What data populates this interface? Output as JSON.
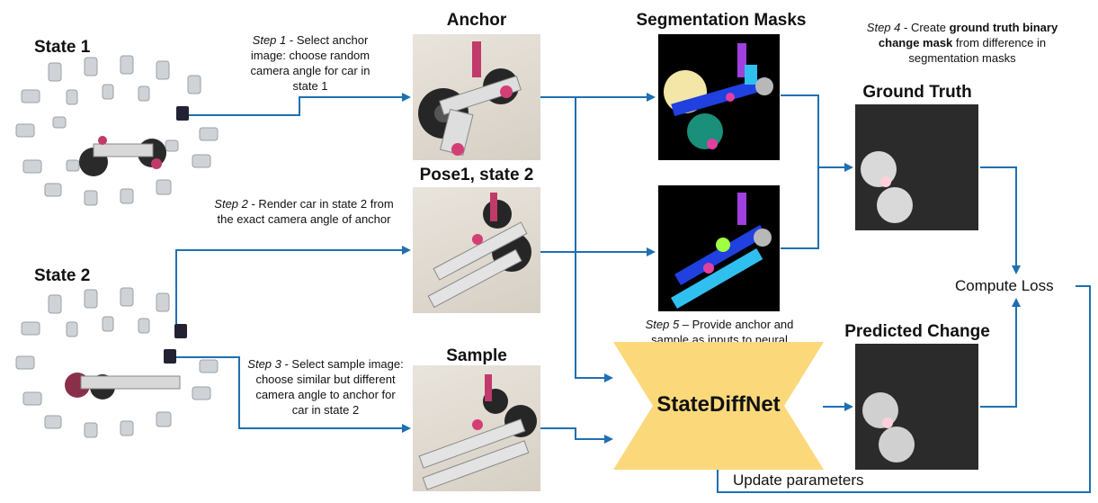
{
  "states": {
    "state1": "State 1",
    "state2": "State 2"
  },
  "titles": {
    "anchor": "Anchor",
    "pose1": "Pose1, state 2",
    "sample": "Sample",
    "segmentation": "Segmentation Masks",
    "ground_truth": "Ground Truth",
    "predicted": "Predicted Change"
  },
  "steps": {
    "step1": {
      "prefix": "Step 1",
      "text": " - Select anchor image: choose random camera angle for car in state 1"
    },
    "step2": {
      "prefix": "Step 2",
      "text": " - Render car in state 2 from the exact camera angle of anchor"
    },
    "step3": {
      "prefix": "Step 3",
      "text": " - Select sample image: choose similar but different camera angle to anchor for car in state 2"
    },
    "step4": {
      "prefix": "Step 4",
      "text_a": " - Create ",
      "bold": "ground truth binary change mask",
      "text_b": " from difference in segmentation masks"
    },
    "step5": {
      "prefix": "Step 5",
      "text": " – Provide anchor and sample as inputs to neural network"
    }
  },
  "network": {
    "label": "StateDiffNet"
  },
  "labels": {
    "compute_loss": "Compute Loss",
    "update_parameters": "Update parameters"
  },
  "colors": {
    "arrow": "#1f6fb2",
    "network": "#fbd87a",
    "mask_bg": "#000000"
  }
}
